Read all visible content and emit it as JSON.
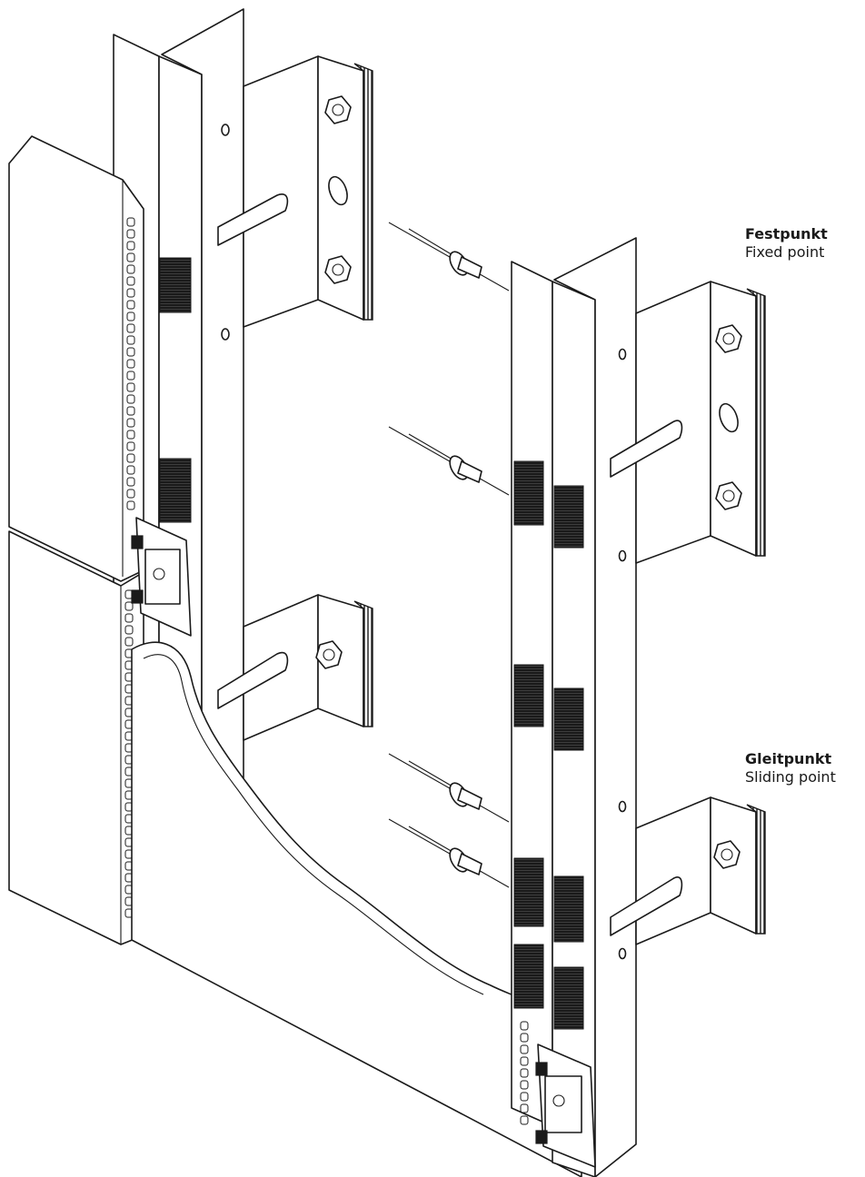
{
  "labels": {
    "fixed_point": {
      "de": "Festpunkt",
      "en": "Fixed point"
    },
    "sliding_point": {
      "de": "Gleitpunkt",
      "en": "Sliding point"
    }
  },
  "colors": {
    "ink": "#1a1a1a",
    "paper": "#ffffff"
  }
}
